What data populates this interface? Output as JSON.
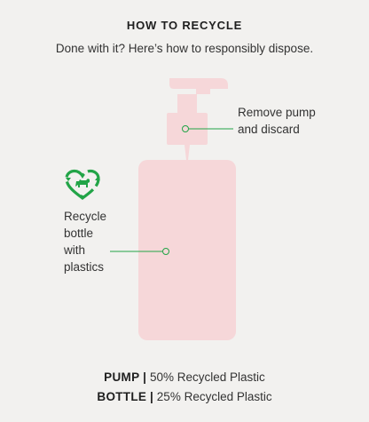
{
  "header": {
    "title": "HOW TO RECYCLE",
    "subtitle": "Done with it? Here’s how to responsibly dispose."
  },
  "callouts": {
    "pump": {
      "line1": "Remove pump",
      "line2": "and discard"
    },
    "bottle": {
      "line1": "Recycle",
      "line2": "bottle",
      "line3": "with",
      "line4": "plastics"
    }
  },
  "badge": {
    "icon": "recycle-heart-icon",
    "color": "#22a447"
  },
  "footer": {
    "pump_label": "PUMP",
    "pump_value": "50% Recycled Plastic",
    "bottle_label": "BOTTLE",
    "bottle_value": "25% Recycled Plastic",
    "separator": "|"
  },
  "colors": {
    "bottle": "#f6d7d9",
    "accent": "#22a447",
    "background": "#f2f1ef"
  }
}
